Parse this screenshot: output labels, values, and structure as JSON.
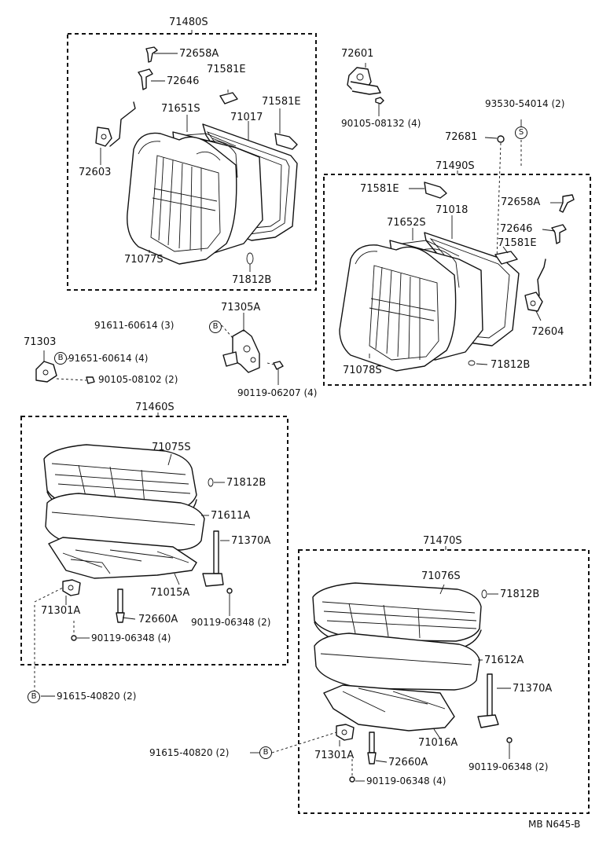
{
  "groups": {
    "back_left": "71480S",
    "back_right": "71490S",
    "cushion_left": "71460S",
    "cushion_right": "71470S"
  },
  "labels": {
    "l72658A_1": "72658A",
    "l72646_1": "72646",
    "l71581E_1": "71581E",
    "l71651S": "71651S",
    "l71581E_2": "71581E",
    "l71017": "71017",
    "l72603": "72603",
    "l71077S": "71077S",
    "l71812B_1": "71812B",
    "l72601": "72601",
    "l90105_08132": "90105-08132 (4)",
    "l93530_54014": "93530-54014 (2)",
    "l72681": "72681",
    "l71581E_3": "71581E",
    "l71018": "71018",
    "l72658A_2": "72658A",
    "l71652S": "71652S",
    "l72646_2": "72646",
    "l71581E_4": "71581E",
    "l72604": "72604",
    "l71078S": "71078S",
    "l71812B_2": "71812B",
    "l91611_60614": "91611-60614 (3)",
    "l71305A": "71305A",
    "l71303": "71303",
    "l91651_60614": "91651-60614 (4)",
    "l90105_08102": "90105-08102 (2)",
    "l90119_06207": "90119-06207 (4)",
    "l71075S": "71075S",
    "l71812B_3": "71812B",
    "l71611A": "71611A",
    "l71370A_1": "71370A",
    "l71015A": "71015A",
    "l71301A_1": "71301A",
    "l72660A_1": "72660A",
    "l90119_06348_a": "90119-06348 (2)",
    "l90119_06348_b": "90119-06348 (4)",
    "l91615_40820_1": "91615-40820 (2)",
    "l71076S": "71076S",
    "l71812B_4": "71812B",
    "l71612A": "71612A",
    "l71370A_2": "71370A",
    "l71016A": "71016A",
    "l91615_40820_2": "91615-40820 (2)",
    "l71301A_2": "71301A",
    "l72660A_2": "72660A",
    "l90119_06348_c": "90119-06348 (2)",
    "l90119_06348_d": "90119-06348 (4)",
    "ref_code": "MB N645-B"
  },
  "markers": {
    "B": "B",
    "S": "S"
  }
}
